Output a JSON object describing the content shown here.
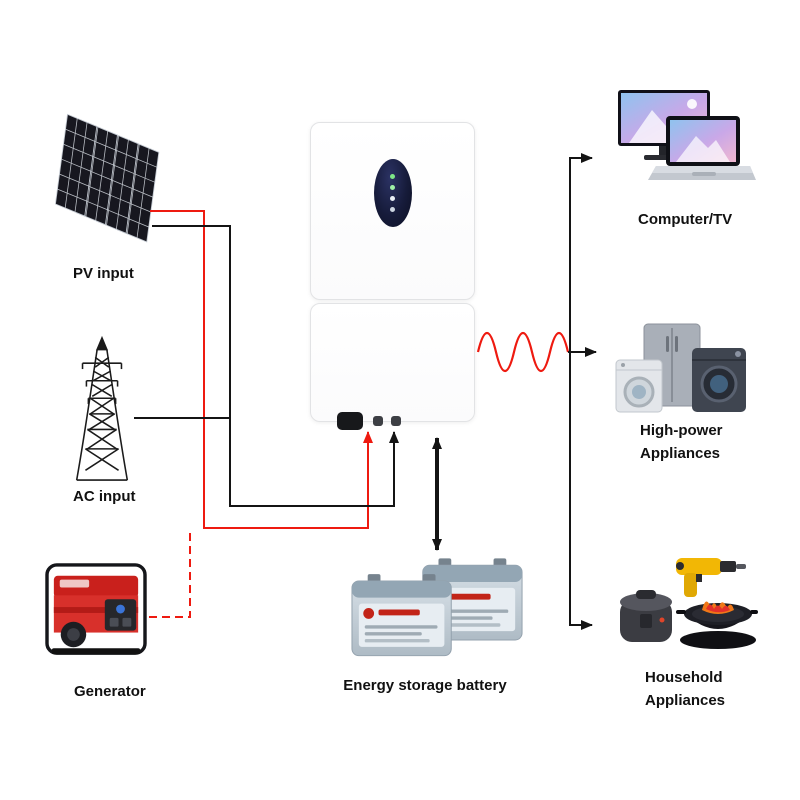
{
  "colors": {
    "wire_red": "#ee1a10",
    "wire_black": "#141414"
  },
  "labels": {
    "pv": "PV input",
    "ac": "AC input",
    "generator": "Generator",
    "battery": "Energy storage battery",
    "computer": "Computer/TV",
    "high_power_line1": "High-power",
    "high_power_line2": "Appliances",
    "household_line1": "Household",
    "household_line2": "Appliances"
  },
  "icons": {
    "pv": "solar-panel-array-icon",
    "ac": "transmission-tower-icon",
    "generator": "portable-generator-icon",
    "inverter": "hybrid-inverter-icon",
    "battery": "storage-battery-icon",
    "computer": "computer-tv-icon",
    "high_power": "fridge-washer-icon",
    "household": "kitchen-appliances-icon"
  }
}
